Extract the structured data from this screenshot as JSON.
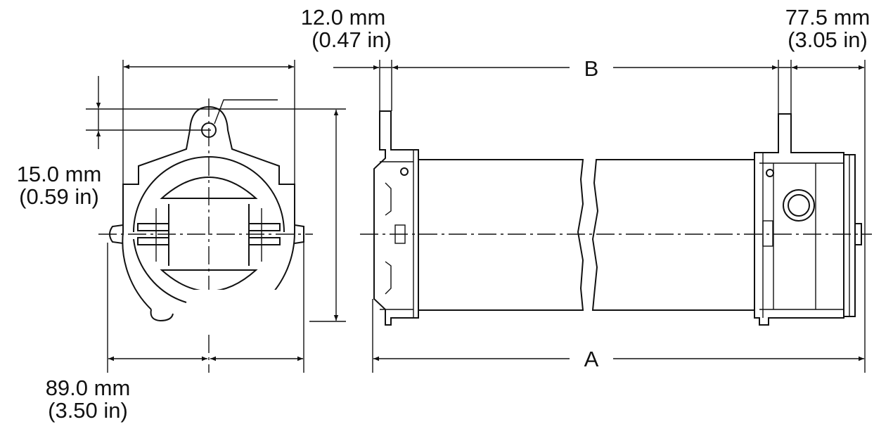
{
  "labels": {
    "top_offset": {
      "mm": "12.0 mm",
      "in": "(0.47 in)"
    },
    "end_offset": {
      "mm": "77.5 mm",
      "in": "(3.05 in)"
    },
    "lug_offset": {
      "mm": "15.0 mm",
      "in": "(0.59 in)"
    },
    "width": {
      "mm": "89.0 mm",
      "in": "(3.50 in)"
    },
    "dim_b": "B",
    "dim_a": "A"
  }
}
